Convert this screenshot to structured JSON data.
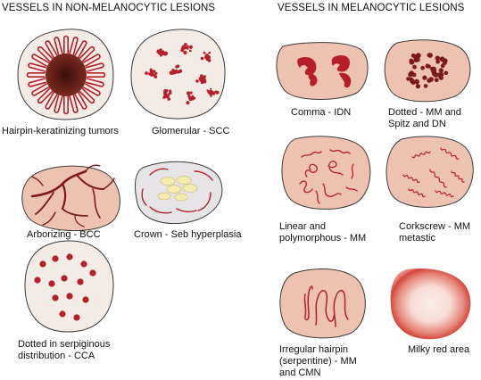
{
  "headings": {
    "left": "VESSELS IN NON-MELANOCYTIC LESIONS",
    "right": "VESSELS IN MELANOCYTIC LESIONS"
  },
  "labels": {
    "hairpin": "Hairpin-keratinizing tumors",
    "glomerular": "Glomerular - SCC",
    "arborizing": "Arborizing - BCC",
    "crown": "Crown - Seb hyperplasia",
    "serpiginous_1": "Dotted in serpiginous",
    "serpiginous_2": "distribution - CCA",
    "comma": "Comma - IDN",
    "dotted_1": "Dotted - MM and",
    "dotted_2": "Spitz and DN",
    "linear_1": "Linear and",
    "linear_2": "polymorphous - MM",
    "corkscrew_1": "Corkscrew - MM",
    "corkscrew_2": "metastic",
    "irregular_1": "Irregular hairpin",
    "irregular_2": "(serpentine) - MM",
    "irregular_3": "and CMN",
    "milky": "Milky red area"
  },
  "colors": {
    "skin_fill": "#eec2b0",
    "skin_outline": "#3a3a3a",
    "vessel": "#b51f2a",
    "dark_vessel": "#7a1a1f",
    "tumor_center": "#5a1a14",
    "pale_fill": "#f3ece6",
    "crown_fill": "#e6e4e6",
    "sebaceous_yellow": "#f3ecb0"
  }
}
